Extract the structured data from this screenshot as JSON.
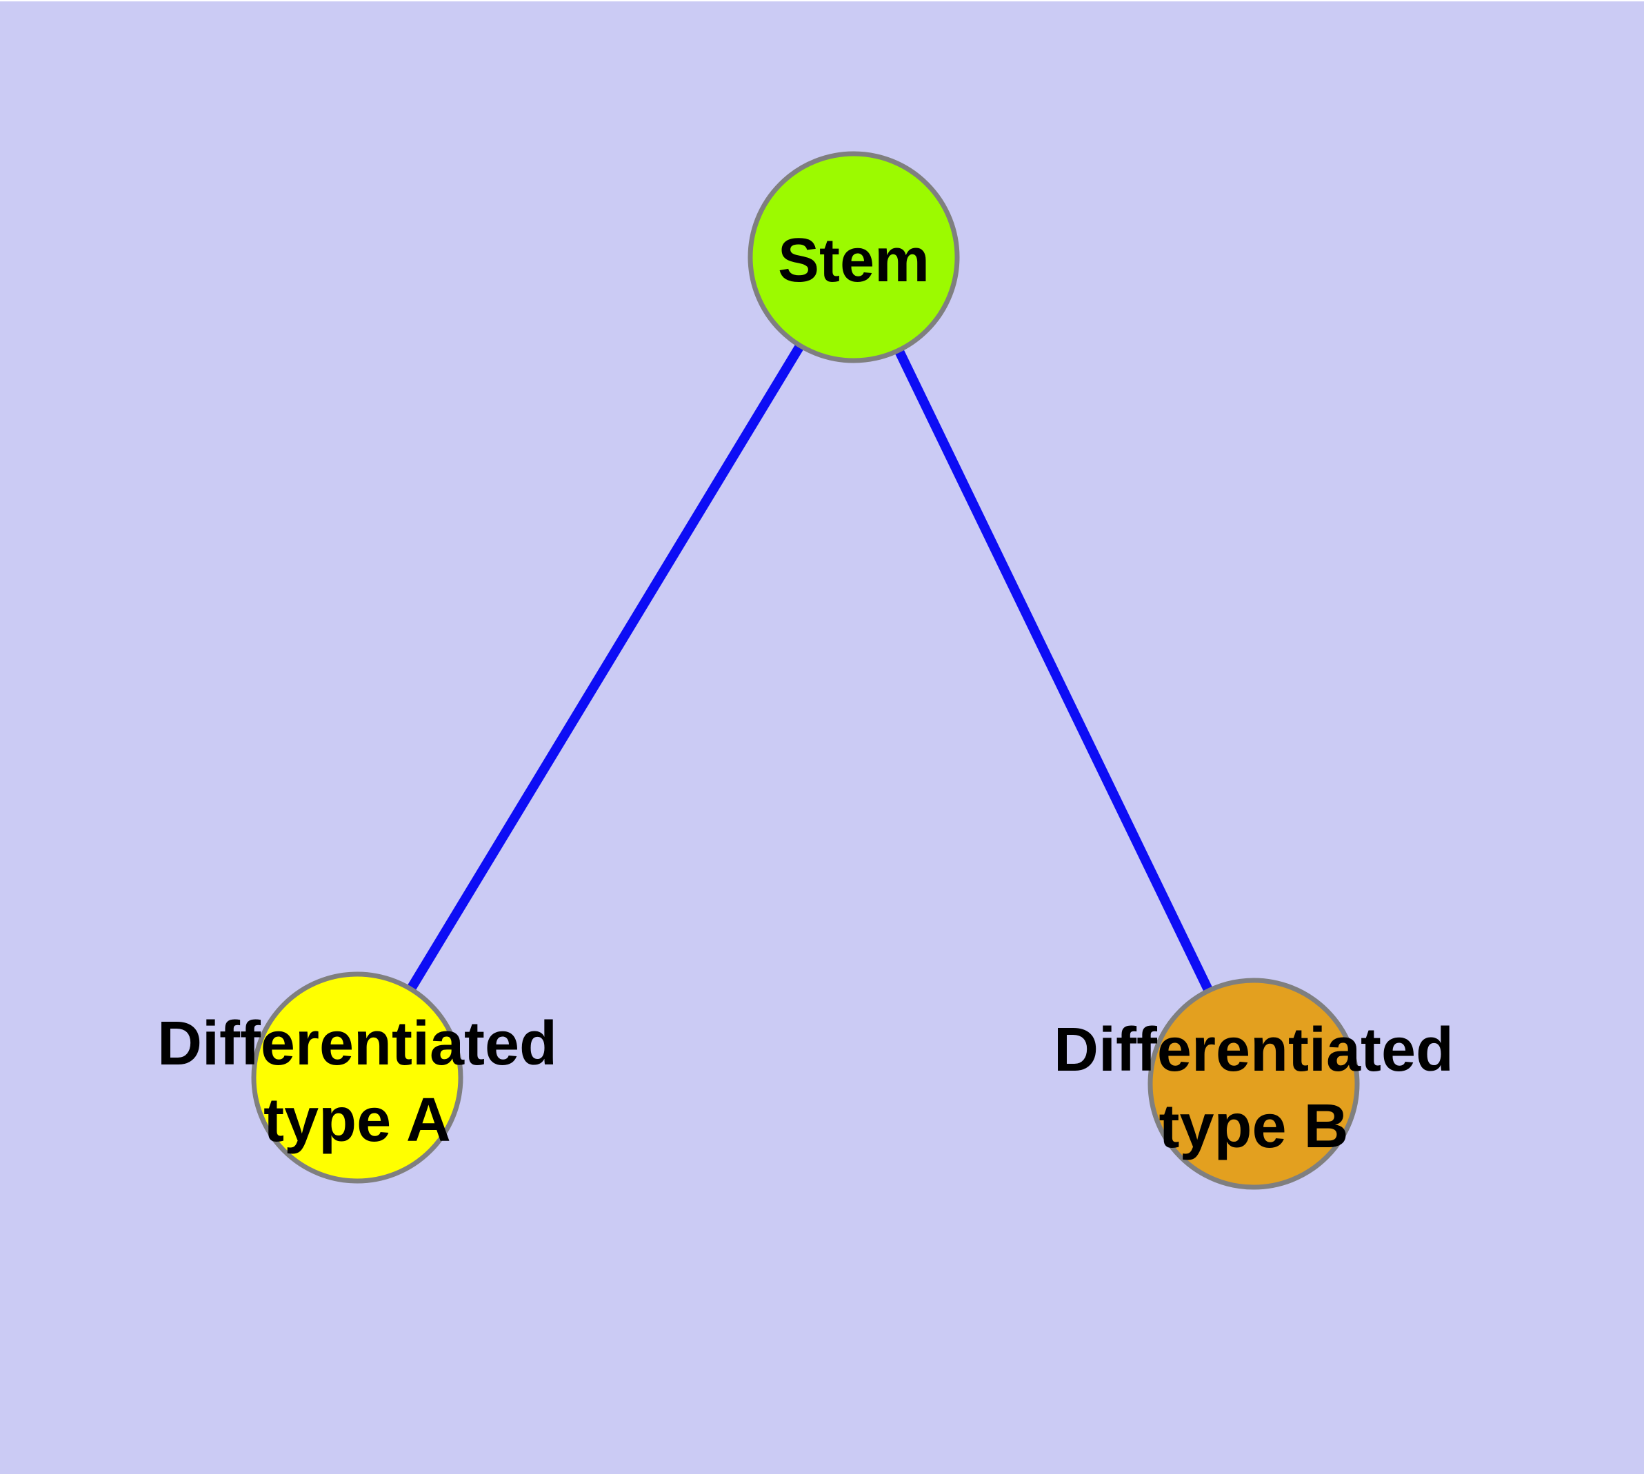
{
  "colors": {
    "background": "#cbcbf4",
    "top_strip": "#ffffff",
    "node_border": "#7f7f7f",
    "edge": "#0d0df5",
    "label_text": "#000000"
  },
  "graph": {
    "nodes": [
      {
        "id": "stem",
        "label_lines": [
          "Stem"
        ],
        "fill": "#9cfa00"
      },
      {
        "id": "differentiated-type-a",
        "label_lines": [
          "Differentiated",
          "type A"
        ],
        "fill": "#ffff00"
      },
      {
        "id": "differentiated-type-b",
        "label_lines": [
          "Differentiated",
          "type B"
        ],
        "fill": "#e3a01f"
      }
    ],
    "edges": [
      {
        "from": "stem",
        "to": "differentiated-type-a"
      },
      {
        "from": "stem",
        "to": "differentiated-type-b"
      }
    ]
  }
}
